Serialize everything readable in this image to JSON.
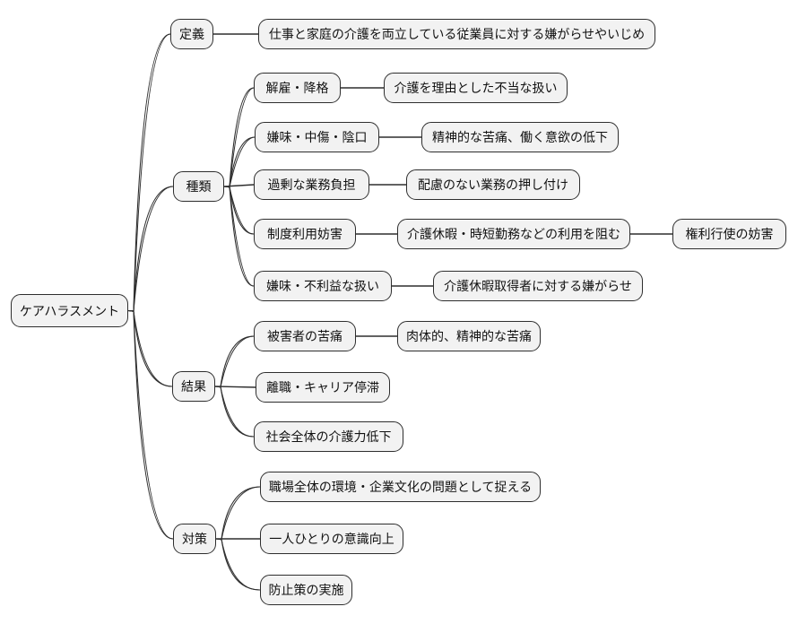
{
  "mindmap": {
    "type": "mindmap-diagram",
    "topic": "care-harassment",
    "colors": {
      "background": "#ffffff",
      "node_fill": "#f2f2f2",
      "node_border": "#2e2e2e",
      "edge": "#2e2e2e",
      "text": "#111111"
    },
    "root": {
      "label": "ケアハラスメント"
    },
    "branches": [
      {
        "label": "定義",
        "children": [
          {
            "label": "仕事と家庭の介護を両立している従業員に対する嫌がらせやいじめ"
          }
        ]
      },
      {
        "label": "種類",
        "children": [
          {
            "label": "解雇・降格",
            "children": [
              {
                "label": "介護を理由とした不当な扱い"
              }
            ]
          },
          {
            "label": "嫌味・中傷・陰口",
            "children": [
              {
                "label": "精神的な苦痛、働く意欲の低下"
              }
            ]
          },
          {
            "label": "過剰な業務負担",
            "children": [
              {
                "label": "配慮のない業務の押し付け"
              }
            ]
          },
          {
            "label": "制度利用妨害",
            "children": [
              {
                "label": "介護休暇・時短勤務などの利用を阻む",
                "children": [
                  {
                    "label": "権利行使の妨害"
                  }
                ]
              }
            ]
          },
          {
            "label": "嫌味・不利益な扱い",
            "children": [
              {
                "label": "介護休暇取得者に対する嫌がらせ"
              }
            ]
          }
        ]
      },
      {
        "label": "結果",
        "children": [
          {
            "label": "被害者の苦痛",
            "children": [
              {
                "label": "肉体的、精神的な苦痛"
              }
            ]
          },
          {
            "label": "離職・キャリア停滞"
          },
          {
            "label": "社会全体の介護力低下"
          }
        ]
      },
      {
        "label": "対策",
        "children": [
          {
            "label": "職場全体の環境・企業文化の問題として捉える"
          },
          {
            "label": "一人ひとりの意識向上"
          },
          {
            "label": "防止策の実施"
          }
        ]
      }
    ]
  }
}
